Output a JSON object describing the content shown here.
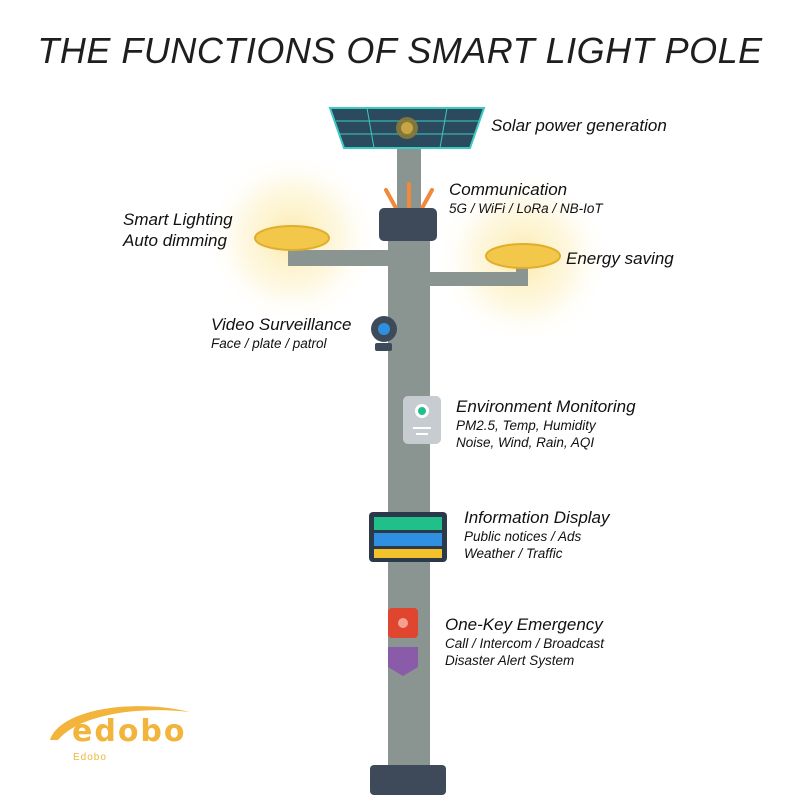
{
  "title": "THE FUNCTIONS OF SMART LIGHT POLE",
  "labels": {
    "solar": {
      "main": "Solar power generation"
    },
    "communication": {
      "main": "Communication",
      "sub": "5G / WiFi / LoRa / NB-IoT"
    },
    "smart_lighting": {
      "main": "Smart Lighting",
      "main2": "Auto dimming"
    },
    "energy_saving": {
      "main": "Energy saving"
    },
    "video": {
      "main": "Video Surveillance",
      "sub": "Face / plate / patrol"
    },
    "environment": {
      "main": "Environment Monitoring",
      "sub": "PM2.5, Temp, Humidity",
      "sub2": "Noise, Wind, Rain, AQI"
    },
    "display": {
      "main": "Information Display",
      "sub": "Public notices / Ads",
      "sub2": "Weather / Traffic"
    },
    "emergency": {
      "main": "One-Key Emergency",
      "sub": "Call / Intercom / Broadcast",
      "sub2": "Disaster Alert System"
    }
  },
  "logo": {
    "word": "edobo",
    "sub": "Edobo"
  },
  "colors": {
    "pole": "#8a9592",
    "solar_panel": "#2b4a5e",
    "lamp": "#f3c84a",
    "glow": "#fbe9a6",
    "display_green": "#21c08b",
    "display_blue": "#2f8fe0",
    "display_yellow": "#f3c22b",
    "emergency_red": "#e0452f",
    "alert_purple": "#8a5ba8",
    "logo": "#f2b43a"
  }
}
